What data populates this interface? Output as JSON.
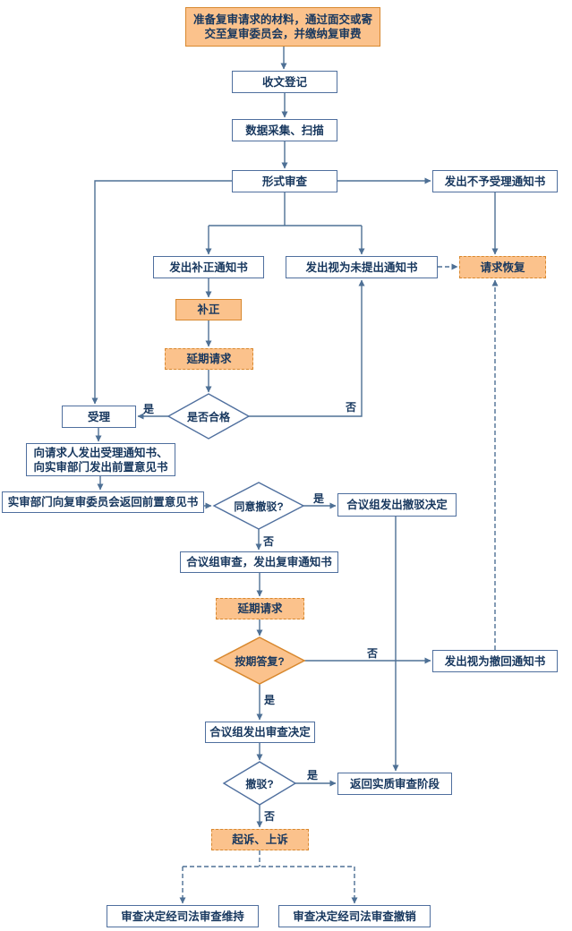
{
  "labels": {
    "yes": "是",
    "no": "否"
  },
  "nodes": {
    "prepare": "准备复审请求的材料，通过面交或寄交至复审委员会，并缴纳复审费",
    "register": "收文登记",
    "scan": "数据采集、扫描",
    "formal_exam": "形式审查",
    "reject_notice": "发出不予受理通知书",
    "correction_notice": "发出补正通知书",
    "deemed_not_submitted": "发出视为未提出通知书",
    "restore_request": "请求恢复",
    "correction": "补正",
    "extension_request_1": "延期请求",
    "qualified": "是否合格",
    "accept": "受理",
    "accept_notice": "向请求人发出受理通知书、向实审部门发出前置意见书",
    "return_opinion": "实审部门向复审委员会返回前置意见书",
    "agree_revoke": "同意撤驳?",
    "panel_revoke_decision": "合议组发出撤驳决定",
    "panel_exam": "合议组审查，发出复审通知书",
    "extension_request_2": "延期请求",
    "reply_on_time": "按期答复?",
    "deemed_withdrawn": "发出视为撤回通知书",
    "panel_decision": "合议组发出审查决定",
    "revoke": "撤驳?",
    "return_substantive": "返回实质审查阶段",
    "lawsuit": "起诉、上诉",
    "upheld": "审查决定经司法审查维持",
    "revoked_judicial": "审查决定经司法审查撤销"
  },
  "edges": [
    {
      "from": "prepare",
      "to": "register"
    },
    {
      "from": "register",
      "to": "scan"
    },
    {
      "from": "scan",
      "to": "formal_exam"
    },
    {
      "from": "formal_exam",
      "to": "reject_notice"
    },
    {
      "from": "formal_exam",
      "to": "correction_notice"
    },
    {
      "from": "formal_exam",
      "to": "deemed_not_submitted"
    },
    {
      "from": "formal_exam",
      "to": "accept"
    },
    {
      "from": "reject_notice",
      "to": "restore_request"
    },
    {
      "from": "deemed_not_submitted",
      "to": "restore_request",
      "style": "dashed"
    },
    {
      "from": "correction_notice",
      "to": "correction"
    },
    {
      "from": "correction",
      "to": "extension_request_1"
    },
    {
      "from": "extension_request_1",
      "to": "qualified"
    },
    {
      "from": "qualified",
      "to": "accept",
      "label": "是"
    },
    {
      "from": "qualified",
      "to": "deemed_not_submitted",
      "label": "否"
    },
    {
      "from": "accept",
      "to": "accept_notice"
    },
    {
      "from": "accept_notice",
      "to": "return_opinion"
    },
    {
      "from": "return_opinion",
      "to": "agree_revoke"
    },
    {
      "from": "agree_revoke",
      "to": "panel_revoke_decision",
      "label": "是"
    },
    {
      "from": "agree_revoke",
      "to": "panel_exam",
      "label": "否"
    },
    {
      "from": "panel_exam",
      "to": "extension_request_2"
    },
    {
      "from": "extension_request_2",
      "to": "reply_on_time"
    },
    {
      "from": "reply_on_time",
      "to": "deemed_withdrawn",
      "label": "否"
    },
    {
      "from": "reply_on_time",
      "to": "panel_decision",
      "label": "是"
    },
    {
      "from": "deemed_withdrawn",
      "to": "restore_request",
      "style": "dashed"
    },
    {
      "from": "panel_decision",
      "to": "revoke"
    },
    {
      "from": "revoke",
      "to": "return_substantive",
      "label": "是"
    },
    {
      "from": "revoke",
      "to": "lawsuit",
      "label": "否"
    },
    {
      "from": "panel_revoke_decision",
      "to": "return_substantive"
    },
    {
      "from": "lawsuit",
      "to": "upheld",
      "style": "dashed"
    },
    {
      "from": "lawsuit",
      "to": "revoked_judicial",
      "style": "dashed"
    }
  ],
  "colors": {
    "box_border": "#4f6f9e",
    "box_text": "#17375e",
    "line": "#4e7095",
    "orange_fill": "#fbc28c",
    "orange_border": "#d8882e",
    "background": "#ffffff"
  }
}
